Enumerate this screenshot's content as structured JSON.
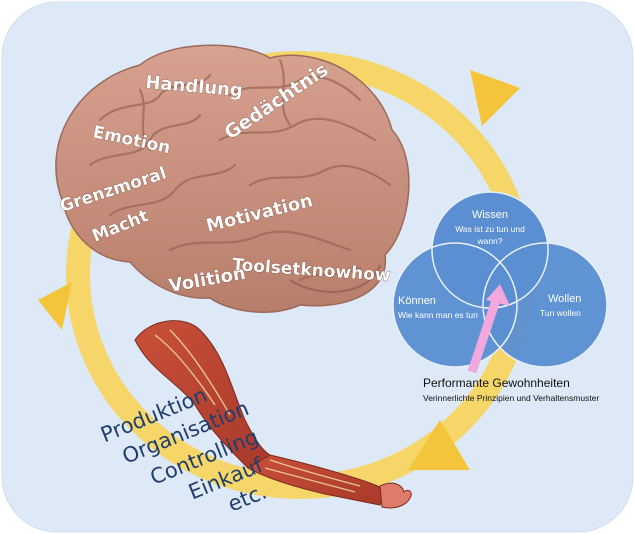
{
  "colors": {
    "panel": "#dde9f6",
    "cycle": "#f7d35c",
    "venn": "#5b8fd1",
    "venn_stroke": "#e8f0fa",
    "brain": "#c98f7c",
    "muscle": "#b9432f",
    "arrow": "#f2a8dc",
    "arm_text": "#1f3f6e"
  },
  "icons": [
    "cycle-arrows",
    "brain-illustration",
    "arm-muscle-illustration",
    "upward-arrow"
  ],
  "brain_words": {
    "handlung": "Handlung",
    "gedaechtnis": "Gedächtnis",
    "emotion": "Emotion",
    "grenzmoral": "Grenzmoral",
    "macht": "Macht",
    "motivation": "Motivation",
    "volition": "Volition",
    "toolsetknowhow": "Toolsetknowhow"
  },
  "venn": {
    "wissen": {
      "title": "Wissen",
      "sub_1": "Was ist zu tun und",
      "sub_2": "wann?"
    },
    "koennen": {
      "title": "Können",
      "sub": "Wie kann man es tun"
    },
    "wollen": {
      "title": "Wollen",
      "sub": "Tun wollen"
    }
  },
  "performante": {
    "title": "Performante Gewohnheiten",
    "subtitle": "Verinnerlichte Prinzipien und Verhaltensmuster"
  },
  "arm_words": [
    "Produktion",
    "Organisation",
    "Controlling",
    "Einkauf",
    "etc."
  ]
}
